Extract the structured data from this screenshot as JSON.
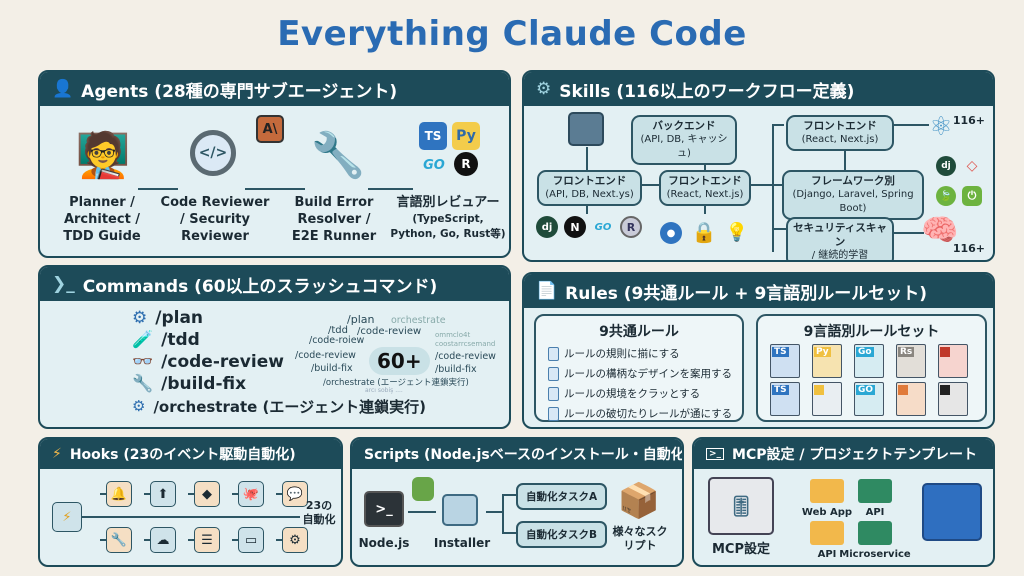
{
  "title": "Everything Claude Code",
  "colors": {
    "title": "#2a6bb3",
    "header": "#1d4b59",
    "panel": "#e3f0f3",
    "background": "#f3efe7"
  },
  "agents": {
    "heading": "Agents (28種の専門サブエージェント)",
    "icon": "agent-presenter-icon",
    "items": [
      {
        "label": "Planner / Architect / TDD Guide",
        "icon": "presenter-whiteboard-icon"
      },
      {
        "label": "Code Reviewer / Security Reviewer",
        "icon": "magnifier-code-icon"
      },
      {
        "label": "Build Error Resolver / E2E Runner",
        "icon": "wrench-cubes-icon"
      },
      {
        "label": "言語別レビュアー",
        "sub": "(TypeScript, Python, Go, Rust等)",
        "icon": "language-logos-icon"
      }
    ],
    "center_logo": "anthropic-logo-icon",
    "logos": [
      "TS",
      "GO",
      "R"
    ]
  },
  "skills": {
    "heading": "Skills (116以上のワークフロー定義)",
    "icon": "network-icon",
    "count_top": "116+",
    "count_bottom": "116+",
    "nodes": [
      {
        "title": "バックエンド",
        "sub": "(API, DB, キャッシュ)"
      },
      {
        "title": "フロントエンド",
        "sub": "(API, DB, Next.ys)"
      },
      {
        "title": "フロントエンド",
        "sub": "(React, Next.js)"
      },
      {
        "title": "フロントエンド",
        "sub": "(React, Next.js)"
      },
      {
        "title": "フレームワーク別",
        "sub": "(Django, Laravel, Spring Boot)"
      },
      {
        "title": "セキュリティスキャン",
        "sub": "/ 継続的学習"
      }
    ],
    "logos": [
      "dj",
      "N",
      "GO",
      "R",
      "dj"
    ]
  },
  "commands": {
    "heading": "Commands (60以上のスラッシュコマンド)",
    "items": [
      {
        "label": "/plan",
        "icon": "gear-icon"
      },
      {
        "label": "/tdd",
        "icon": "test-tube-icon"
      },
      {
        "label": "/code-review",
        "icon": "glasses-icon"
      },
      {
        "label": "/build-fix",
        "icon": "wrench-icon"
      },
      {
        "label": "/orchestrate (エージェント連鎖実行)",
        "icon": "gears-icon"
      }
    ],
    "badge": "60+",
    "cloud": [
      "/plan",
      "orchestrate",
      "/tdd",
      "/code-review",
      "ommclo4t",
      "/code-roiew",
      "coostarrcsemand",
      "/code-review",
      "/code-review",
      "/build-fix",
      "/build-fix",
      "/orchestrate (エージェント連鎖実行)",
      "arcı sobiş ...."
    ]
  },
  "rules": {
    "heading": "Rules (9共通ルール + 9言語別ルールセット)",
    "common": {
      "title": "9共通ルール",
      "items": [
        "ルールの規則に揃にする",
        "ルールの構柄なデザインを案用する",
        "ルールの規境をクラッとする",
        "ルールの破切たりレールが通にする"
      ]
    },
    "lang": {
      "title": "9言語別ルールセット",
      "docs": [
        "TS",
        "Py",
        "Go",
        "Rs",
        "",
        "TS",
        "",
        "GO",
        "",
        ""
      ]
    }
  },
  "hooks": {
    "heading": "Hooks (23のイベント駆動自動化)",
    "count_label": "23の自動化",
    "icons_top": [
      "bell-icon",
      "upload-icon",
      "git-icon",
      "github-icon",
      "chat-bubble-icon"
    ],
    "icons_bottom": [
      "wrench-sparkle-icon",
      "cloud-upload-icon",
      "document-icon",
      "message-icon",
      "settings-window-icon"
    ]
  },
  "scripts": {
    "heading": "Scripts (Node.jsベースのインストール・自動化)",
    "nodejs": "Node.js",
    "installer": "Installer",
    "task_a": "自動化タスクA",
    "task_b": "自動化タスクB",
    "various": "様々なスクリプト"
  },
  "mcp": {
    "heading": "MCP設定 / プロジェクトテンプレート",
    "mcp_label": "MCP設定",
    "folders": [
      {
        "label": "Web App",
        "color": "#f2b84b"
      },
      {
        "label": "API",
        "color": "#2f8a62"
      },
      {
        "label": "API",
        "color": "#f2b84b"
      },
      {
        "label": "Microservice",
        "color": "#2f8a62"
      }
    ]
  }
}
